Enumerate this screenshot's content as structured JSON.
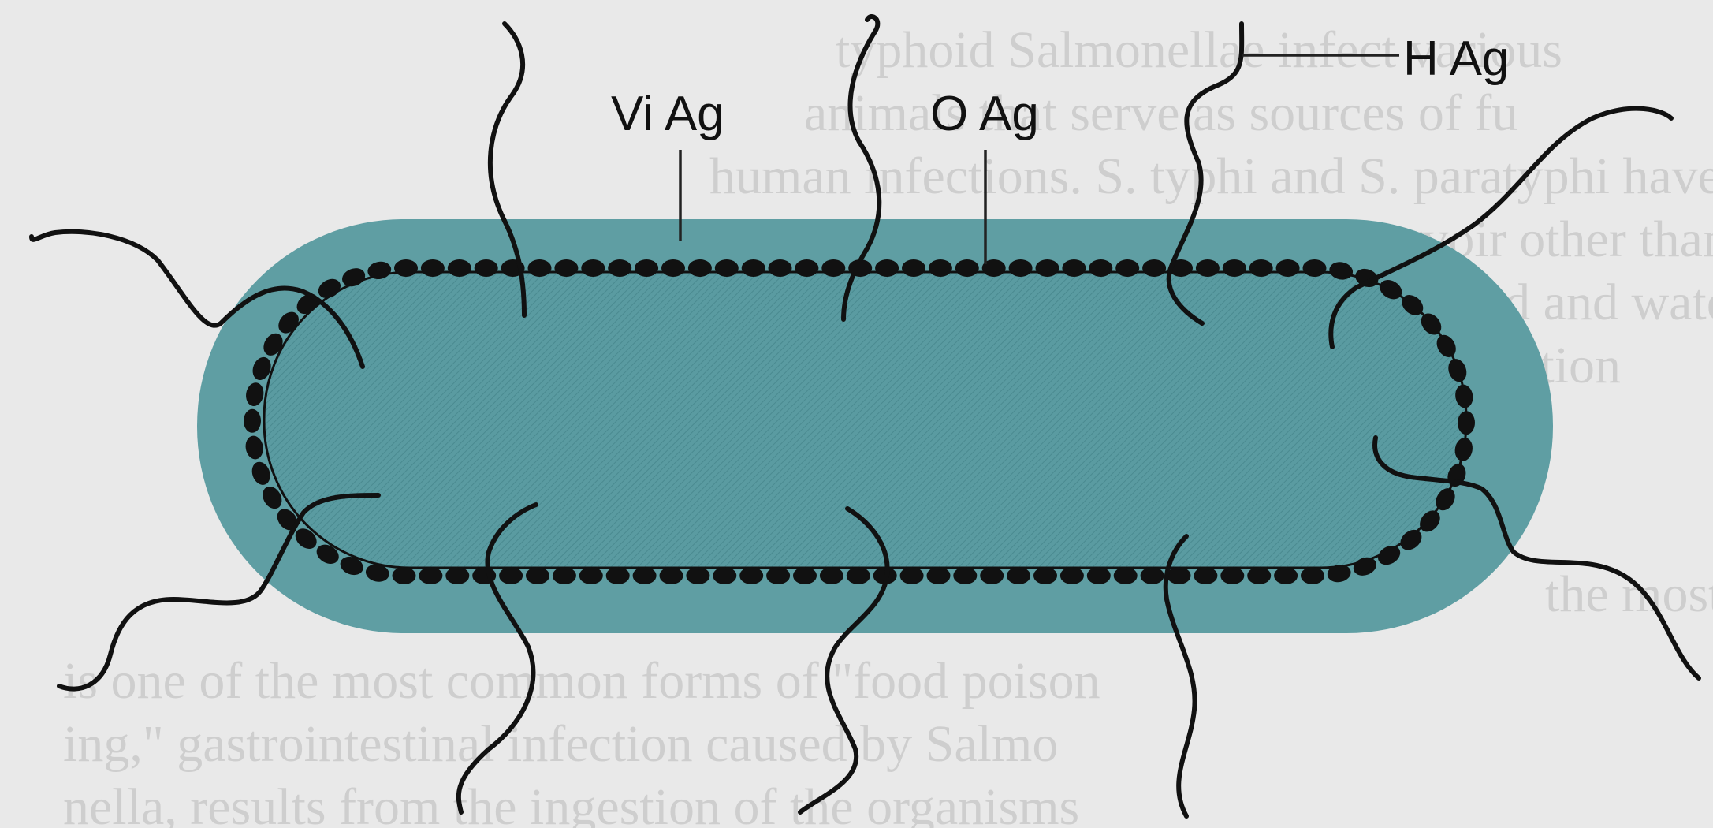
{
  "labels": {
    "vi": "Vi Ag",
    "o": "O Ag",
    "h": "H Ag"
  },
  "background_text": [
    "typhoid Salmonellae infect various",
    "animals that serve as sources of fu",
    "human infections. S. typhi and S. paratyphi have no",
    "known reservoir other than man",
    "occur via food and water sources",
    "of infection",
    "the most common forms of food poisoning",
    "is one of the most common forms of \"food poison",
    "ing,\" gastrointestinal infection caused by Salmo",
    "nella, results from the ingestion of the organisms"
  ],
  "colors": {
    "background": "#e9e9e9",
    "capsule": "#5f9ea3",
    "body": "#4f9399",
    "dots": "#111111"
  }
}
